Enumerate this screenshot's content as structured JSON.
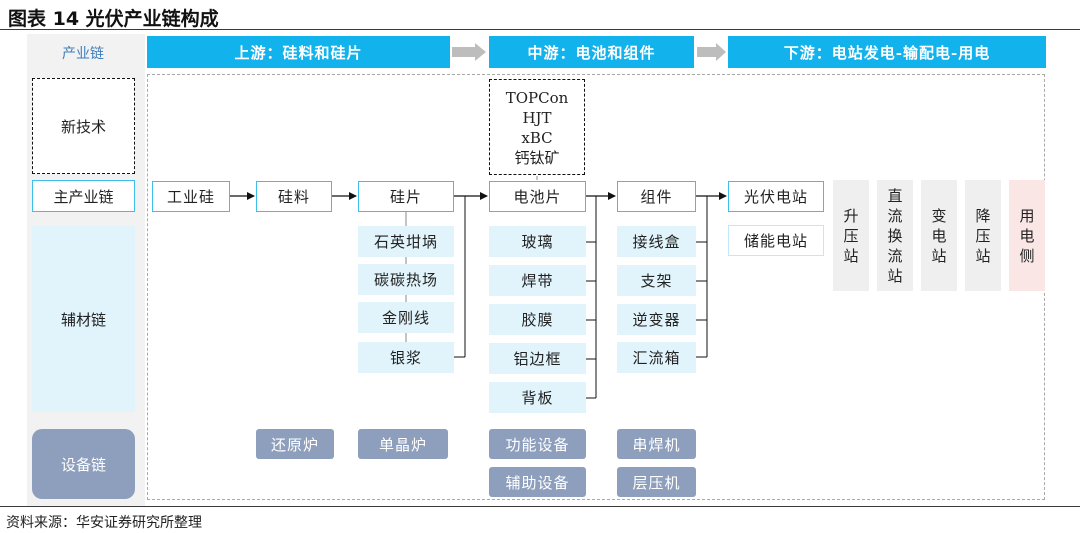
{
  "title": "图表 14 光伏产业链构成",
  "source": "资料来源：华安证券研究所整理",
  "categories": {
    "header": "产业链",
    "new_tech": "新技术",
    "main_chain": "主产业链",
    "aux_chain": "辅材链",
    "equipment_chain": "设备链"
  },
  "stages": {
    "upstream": "上游：硅料和硅片",
    "midstream": "中游：电池和组件",
    "downstream": "下游：电站发电-输配电-用电"
  },
  "new_tech_items": [
    "TOPCon",
    "HJT",
    "xBC",
    "钙钛矿"
  ],
  "main_chain": {
    "industrial_silicon": "工业硅",
    "polysilicon": "硅料",
    "wafer": "硅片",
    "cell": "电池片",
    "module": "组件",
    "pv_station": "光伏电站",
    "storage_station": "储能电站"
  },
  "aux": {
    "wafer": [
      "石英坩埚",
      "碳碳热场",
      "金刚线",
      "银浆"
    ],
    "cell": [
      "玻璃",
      "焊带",
      "胶膜",
      "铝边框",
      "背板"
    ],
    "module": [
      "接线盒",
      "支架",
      "逆变器",
      "汇流箱"
    ]
  },
  "equipment": {
    "reduction_furnace": "还原炉",
    "monocrystal_furnace": "单晶炉",
    "functional_equipment": "功能设备",
    "auxiliary_equipment": "辅助设备",
    "stringer": "串焊机",
    "laminator": "层压机"
  },
  "downstream_nodes": {
    "step_up": [
      "升",
      "压",
      "站"
    ],
    "dc_converter": [
      "直",
      "流",
      "换",
      "流",
      "站"
    ],
    "substation": [
      "变",
      "电",
      "站"
    ],
    "step_down": [
      "降",
      "压",
      "站"
    ],
    "consumer": [
      "用",
      "电",
      "侧"
    ]
  },
  "colors": {
    "stage_blue": "#12b2ec",
    "node_border": "#3fbdeb",
    "light_blue_fill": "#e1f4fc",
    "equipment_fill": "#8e9fbd",
    "gray_fill": "#efefef",
    "pink_fill": "#fbe6e6",
    "arrow_gray": "#bdbdbd"
  }
}
